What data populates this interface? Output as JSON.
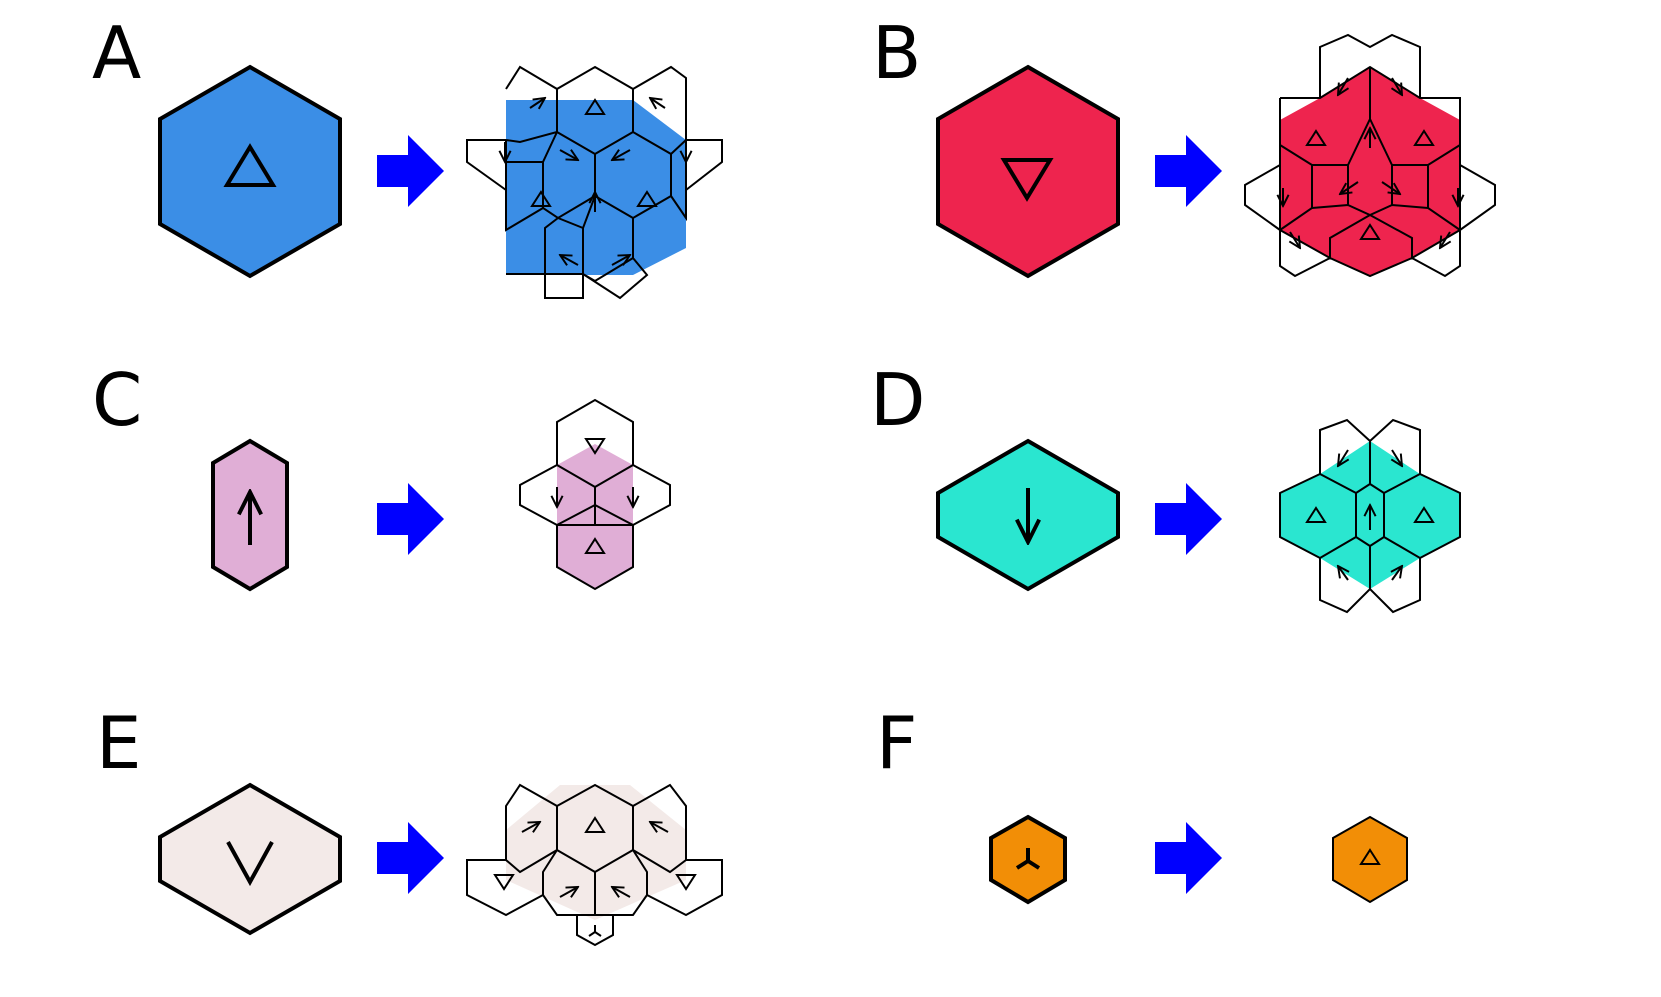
{
  "figure": {
    "panels": [
      {
        "id": "A",
        "label": "A",
        "tile": "hexagon",
        "symbol": "triangle-up-icon",
        "fill": "#3b8ee6",
        "rule": "blue-hexagon-substitution"
      },
      {
        "id": "B",
        "label": "B",
        "tile": "hexagon",
        "symbol": "triangle-down-icon",
        "fill": "#ee244e",
        "rule": "red-hexagon-substitution"
      },
      {
        "id": "C",
        "label": "C",
        "tile": "narrow-hexagon",
        "symbol": "arrow-up-icon",
        "fill": "#e0aed6",
        "rule": "pink-hexagon-substitution"
      },
      {
        "id": "D",
        "label": "D",
        "tile": "wide-hexagon",
        "symbol": "arrow-down-icon",
        "fill": "#2ae6d0",
        "rule": "teal-hexagon-substitution"
      },
      {
        "id": "E",
        "label": "E",
        "tile": "wide-hexagon",
        "symbol": "chevron-down-icon",
        "fill": "#f3eae8",
        "rule": "beige-hexagon-substitution"
      },
      {
        "id": "F",
        "label": "F",
        "tile": "small-hexagon",
        "symbol": "tripod-icon",
        "fill": "#f28e06",
        "rule": "orange-hexagon-substitution"
      }
    ],
    "arrow_color": "#0000ff"
  }
}
